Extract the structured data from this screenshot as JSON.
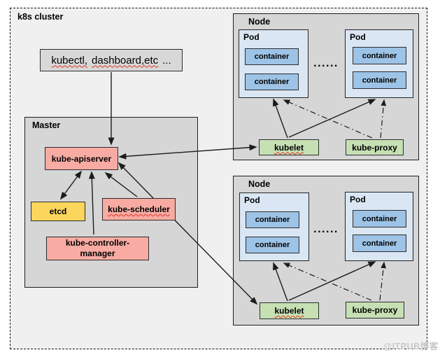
{
  "cluster": {
    "label": "k8s cluster"
  },
  "client_box": {
    "part1": "kubectl,",
    "part2": "dashboard,etc",
    "part3": "..."
  },
  "master": {
    "label": "Master",
    "apiserver": "kube-apiserver",
    "etcd": "etcd",
    "scheduler": "kube-scheduler",
    "controller_manager": "kube-controller-manager"
  },
  "nodes": [
    {
      "label": "Node",
      "pods": [
        {
          "label": "Pod",
          "containers": [
            "container",
            "container"
          ]
        },
        {
          "label": "Pod",
          "containers": [
            "container",
            "container"
          ]
        }
      ],
      "ellipsis": "......",
      "kubelet": "kubelet",
      "kube_proxy": "kube-proxy"
    },
    {
      "label": "Node",
      "pods": [
        {
          "label": "Pod",
          "containers": [
            "container",
            "container"
          ]
        },
        {
          "label": "Pod",
          "containers": [
            "container",
            "container"
          ]
        }
      ],
      "ellipsis": "......",
      "kubelet": "kubelet",
      "kube_proxy": "kube-proxy"
    }
  ],
  "watermark": "@ITPUB博客",
  "colors": {
    "box_red": "#f7aba3",
    "box_yellow": "#fcd65c",
    "box_green": "#c6e0b4",
    "box_blue": "#9dc3e6",
    "pod_blue": "#dae6f3",
    "panel_gray": "#d6d6d6",
    "cluster_bg": "#f0f0f0"
  }
}
